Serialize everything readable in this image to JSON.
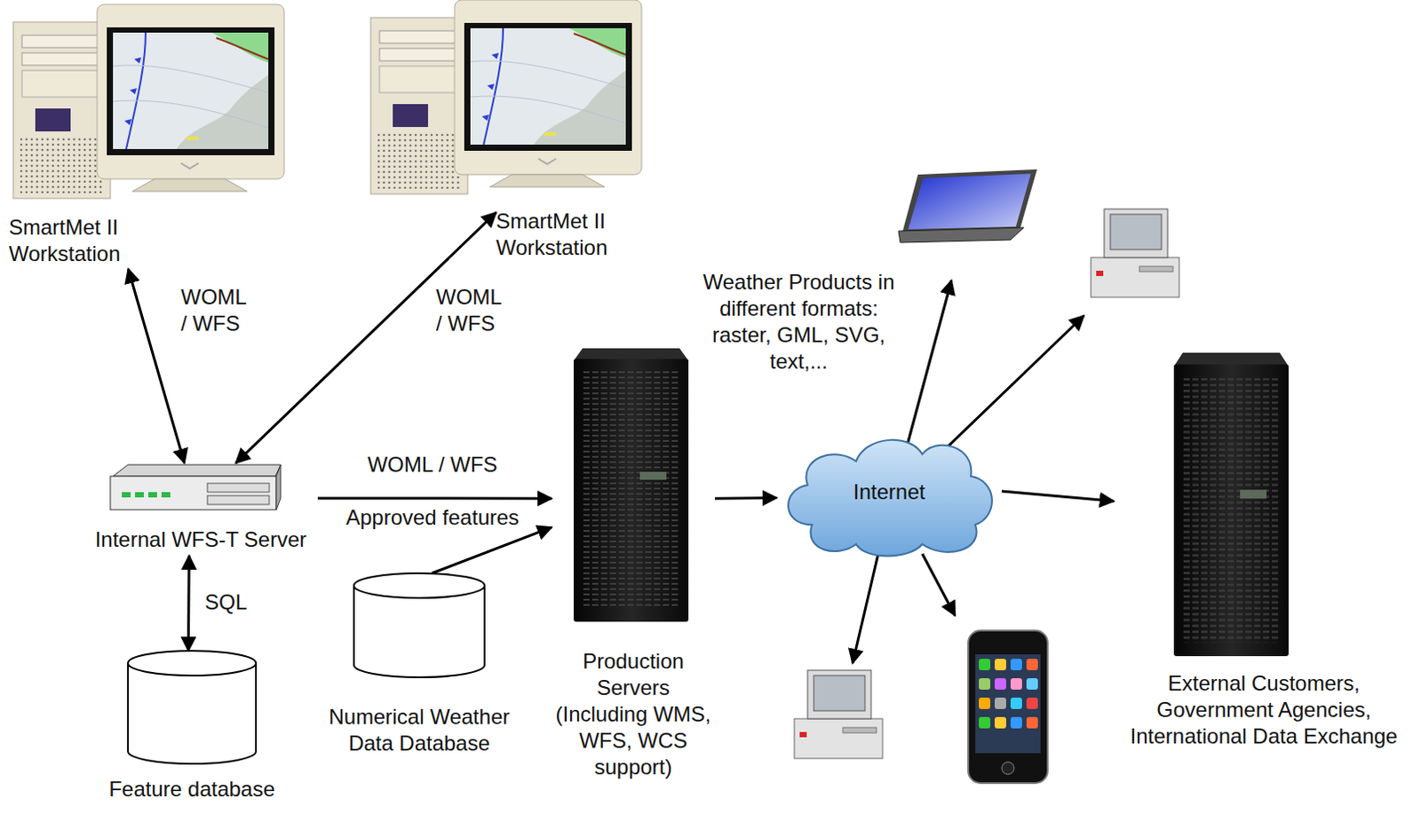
{
  "diagram": {
    "nodes": [
      {
        "text": [
          "SmartMet II Workstation"
        ]
      },
      {
        "text": [
          "SmartMet II Workstation"
        ]
      },
      {
        "text": [
          "Internal WFS-T Server"
        ]
      },
      {
        "text": [
          "Feature database"
        ]
      },
      {
        "text": [
          "Numerical Weather Data Database"
        ]
      },
      {
        "text": [
          "Production Servers (Including WMS, WFS, WCS support)"
        ]
      },
      {
        "text": [
          "Internet"
        ]
      },
      {
        "text": [
          "External Customers, Government Agencies, International Data Exchange"
        ]
      }
    ],
    "edges": [
      {
        "from": 0,
        "to": 2,
        "label": "WOML / WFS",
        "arrow": "both"
      },
      {
        "from": 1,
        "to": 2,
        "label": "WOML / WFS",
        "arrow": "both"
      },
      {
        "from": 2,
        "to": 3,
        "label": "SQL",
        "arrow": "both"
      },
      {
        "from": 2,
        "to": 5,
        "label": "WOML / WFS",
        "arrow": "to"
      },
      {
        "from": 4,
        "to": 5,
        "arrow": "to"
      },
      {
        "from": 5,
        "to": 6,
        "arrow": "to"
      },
      {
        "from": 6,
        "to": 7,
        "arrow": "to"
      }
    ],
    "labels": [
      "Approved features",
      "Weather Products in different formats: raster, GML, SVG, text,..."
    ]
  }
}
